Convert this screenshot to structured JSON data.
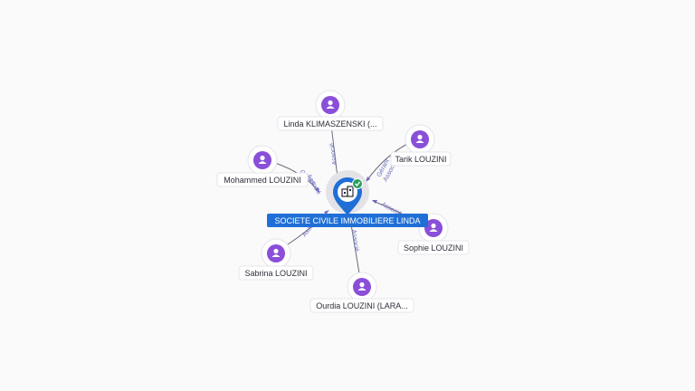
{
  "company": {
    "name": "SOCIETE CIVILE IMMOBILIERE LINDA",
    "icon": "building-icon",
    "status_icon": "check-icon",
    "colors": {
      "pin": "#1f6fd6",
      "badge": "#2e9e5b"
    }
  },
  "people": [
    {
      "id": "linda",
      "name": "Linda KLIMASZENSKI (...",
      "icon": "person-icon",
      "role": "Associé"
    },
    {
      "id": "tarik",
      "name": "Tarik LOUZINI",
      "icon": "person-icon",
      "role": "Gérant",
      "role2": "Associé"
    },
    {
      "id": "mohammed",
      "name": "Mohammed LOUZINI",
      "icon": "person-icon",
      "role": "Gérant",
      "role2": "Associé"
    },
    {
      "id": "sophie",
      "name": "Sophie LOUZINI",
      "icon": "person-icon",
      "role": "Associé"
    },
    {
      "id": "sabrina",
      "name": "Sabrina LOUZINI",
      "icon": "person-icon",
      "role": "Associé"
    },
    {
      "id": "ourdia",
      "name": "Ourdia LOUZINI (LARA...",
      "icon": "person-icon",
      "role": "Associé"
    }
  ],
  "colors": {
    "person_node": "#8a4fd8",
    "edge_label": "#6b6bbf"
  }
}
